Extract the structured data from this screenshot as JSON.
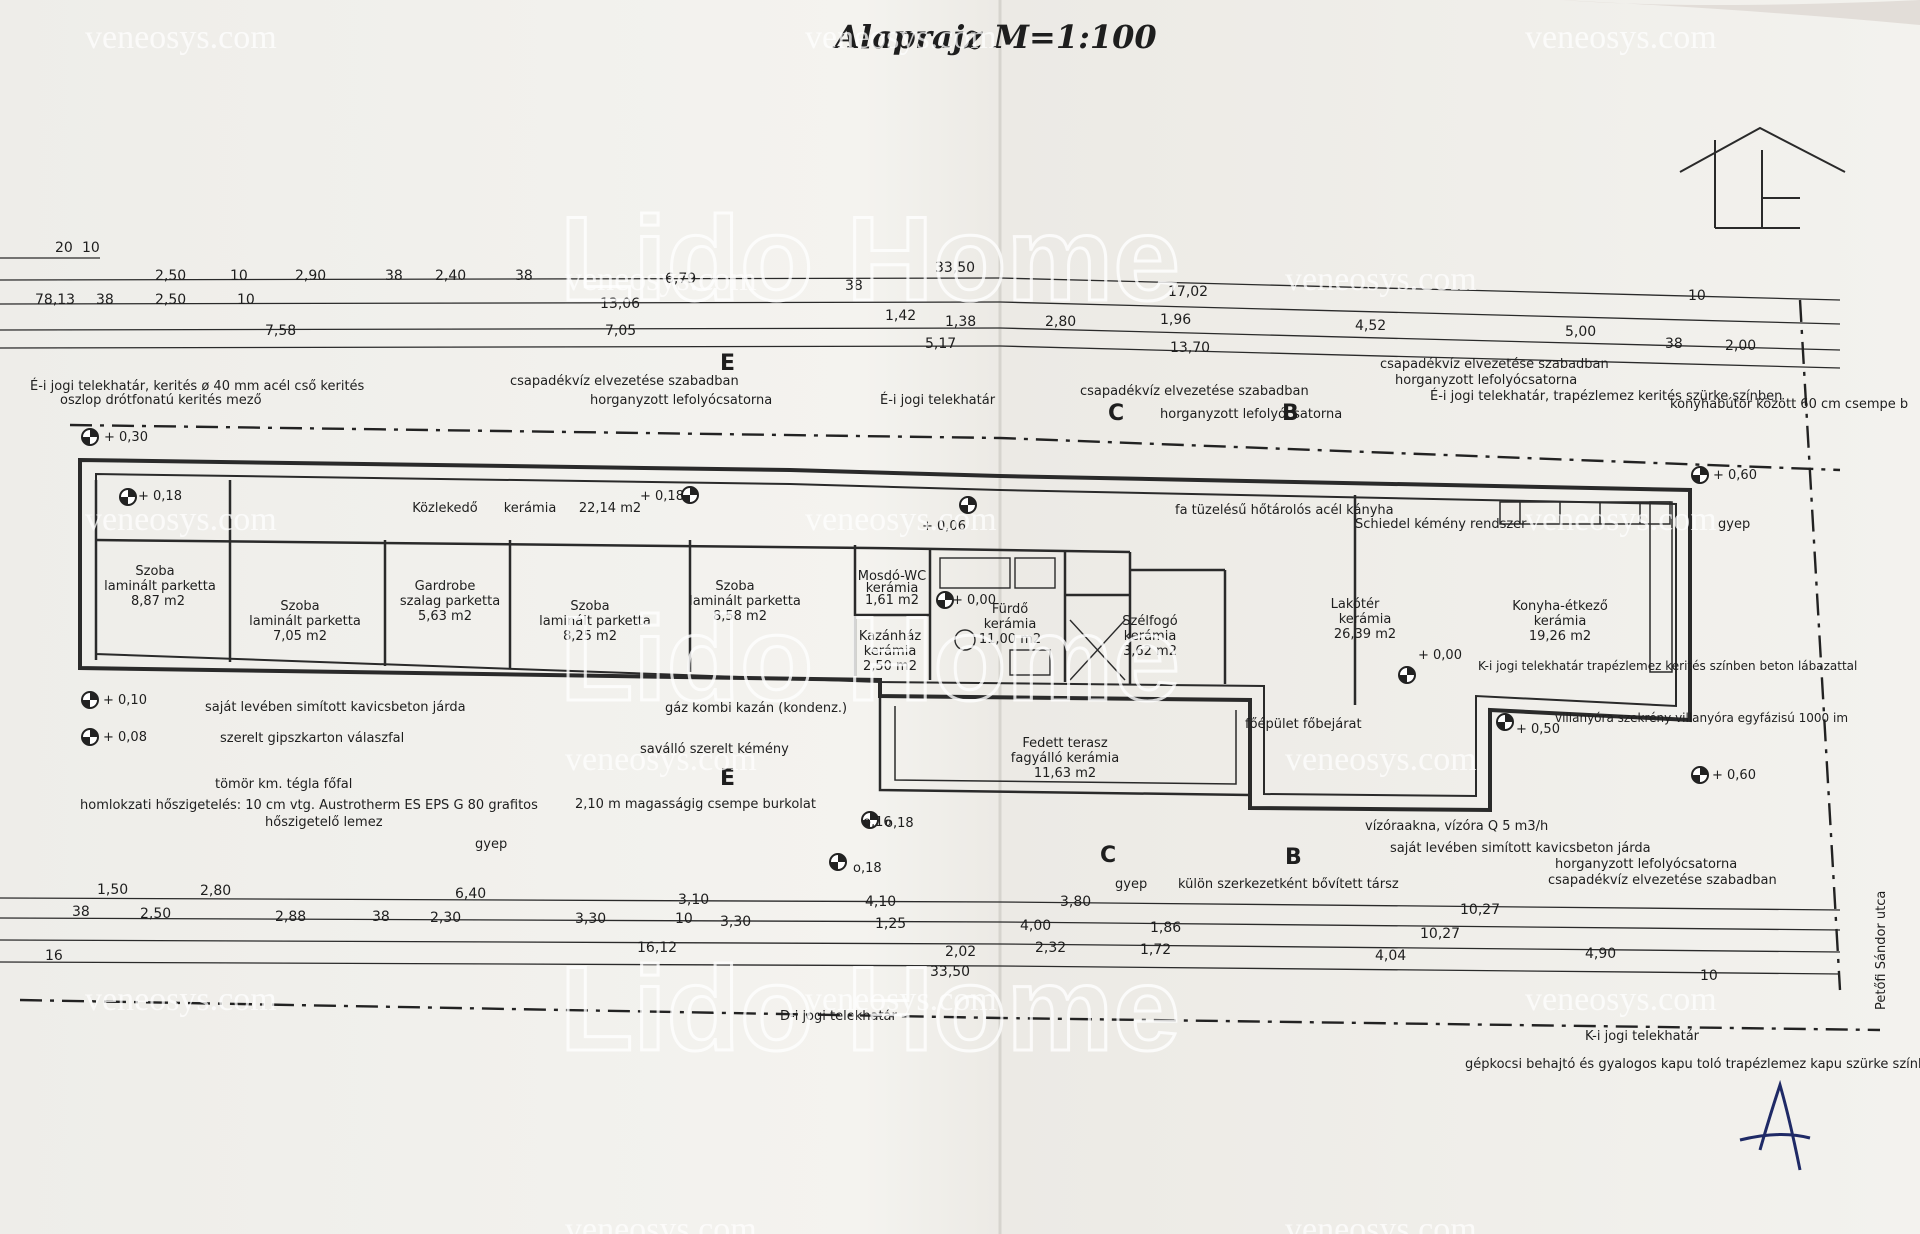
{
  "title": "Alaprajz M=1:100",
  "watermark_site": "veneosys.com",
  "watermark_brand": "Lido Home",
  "street": "Petőfi Sándor utca",
  "rooms": [
    {
      "name": "Szoba",
      "finish": "laminált parketta",
      "area": "8,87 m2"
    },
    {
      "name": "Szoba",
      "finish": "laminált parketta",
      "area": "7,05 m2"
    },
    {
      "name": "Gardrobe",
      "finish": "szalag parketta",
      "area": "5,63 m2"
    },
    {
      "name": "Szoba",
      "finish": "laminált parketta",
      "area": "8,25 m2"
    },
    {
      "name": "Szoba",
      "finish": "laminált parketta",
      "area": "8,58 m2"
    },
    {
      "name": "Közlekedő",
      "finish": "kerámia",
      "area": "22,14 m2"
    },
    {
      "name": "Fürdő",
      "finish": "kerámia",
      "area": "11,00 m2"
    },
    {
      "name": "Szélfogó",
      "finish": "kerámia",
      "area": "3,62 m2"
    },
    {
      "name": "Lakótér",
      "finish": "kerámia",
      "area": "26,39 m2"
    },
    {
      "name": "Konyha-étkező",
      "finish": "kerámia",
      "area": "19,26 m2"
    },
    {
      "name": "Fedett terasz",
      "finish": "fagyálló kerámia",
      "area": "11,63 m2"
    },
    {
      "name": "Kazánház",
      "finish": "kerámia",
      "area": "2,50 m2"
    },
    {
      "name": "Mosdó-WC",
      "finish": "kerámia",
      "area": "1,61 m2"
    }
  ],
  "notes": {
    "n1": "É-i jogi telekhatár, kerités ø 40 mm acél cső kerités",
    "n2": "oszlop drótfonatú kerités mező",
    "n3": "csapadékvíz elvezetése szabadban",
    "n4": "horganyzott lefolyócsatorna",
    "n5": "É-i jogi telekhatár",
    "n6": "csapadékvíz elvezetése szabadban",
    "n7": "horganyzott lefolyócsatorna",
    "n8": "csapadékvíz elvezetése szabadban",
    "n9": "horganyzott lefolyócsatorna",
    "n10": "É-i jogi telekhatár, trapézlemez kerités szürke színben",
    "n11": "konyhabútor között 60 cm csempe b",
    "n12": "fa tüzelésű hőtárolós acél kányha",
    "n13": "Schiedel kémény rendszer",
    "n14": "saját levében simított kavicsbeton járda",
    "n15": "szerelt gipszkarton válaszfal",
    "n16": "tömör km. tégla főfal",
    "n17": "homlokzati hőszigetelés: 10 cm vtg. Austrotherm ES EPS G 80 grafitos",
    "n18": "hőszigetelő lemez",
    "n19": "gáz kombi kazán (kondenz.)",
    "n20": "saválló szerelt kémény",
    "n21": "2,10 m magasságig csempe burkolat",
    "n22": "főépület főbejárat",
    "n23": "vízóraakna, vízóra Q 5 m3/h",
    "n24": "saját levében simított kavicsbeton járda",
    "n25": "horganyzott lefolyócsatorna",
    "n26": "csapadékvíz elvezetése szabadban",
    "n27": "külön szerkezetként bővített társz",
    "n28": "gyep",
    "n29": "gyep",
    "n30": "D-i jogi telekhatár",
    "n31": "K-i jogi telekhatár",
    "n32": "gépkocsi behajtó és gyalogos kapu toló trapézlemez kapu szürke színben",
    "n33": "K-i jogi telekhatár trapézlemez kerités színben beton lábazattal",
    "n34": "villanyóra szekrény villanyóra egyfázisú 1000 im",
    "n35": "gyep"
  },
  "dims_top": {
    "r1": [
      "20",
      "10",
      "2,50",
      "10",
      "2,90",
      "38",
      "2,40",
      "38",
      "6,79",
      "33,50",
      "17,02",
      "10"
    ],
    "r2": [
      "78,13",
      "38",
      "2,50",
      "10",
      "13,06",
      "38",
      "1,42",
      "1,38",
      "2,80",
      "1,96",
      "4,52",
      "5,00",
      "38",
      "2,00"
    ],
    "r3": [
      "7,58",
      "7,05",
      "5,17",
      "13,70"
    ]
  },
  "dims_bottom": {
    "r1": [
      "1,50",
      "2,80",
      "6,40",
      "3,10",
      "4,10",
      "3,80",
      "10,27"
    ],
    "r2": [
      "38",
      "2,50",
      "2,88",
      "38",
      "2,30",
      "3,30",
      "10",
      "3,30",
      "1,25",
      "4,00",
      "1,86",
      "10,27"
    ],
    "r3": [
      "16",
      "16,12",
      "2,02",
      "2,32",
      "1,72",
      "4,04",
      "4,90",
      "10"
    ],
    "r4": [
      "33,50"
    ]
  },
  "section_marks": [
    "E",
    "C",
    "B",
    "E",
    "C",
    "B"
  ],
  "levels": [
    "+ 0,30",
    "+ 0,18",
    "+ 0,18",
    "+ 0,06",
    "+ 0,00",
    "+ 0,00",
    "+ 0,10",
    "+ 0,08",
    "+ 0,60",
    "+ 0,50",
    "+ 0,60",
    "o,18",
    "o,16",
    "o,18"
  ]
}
